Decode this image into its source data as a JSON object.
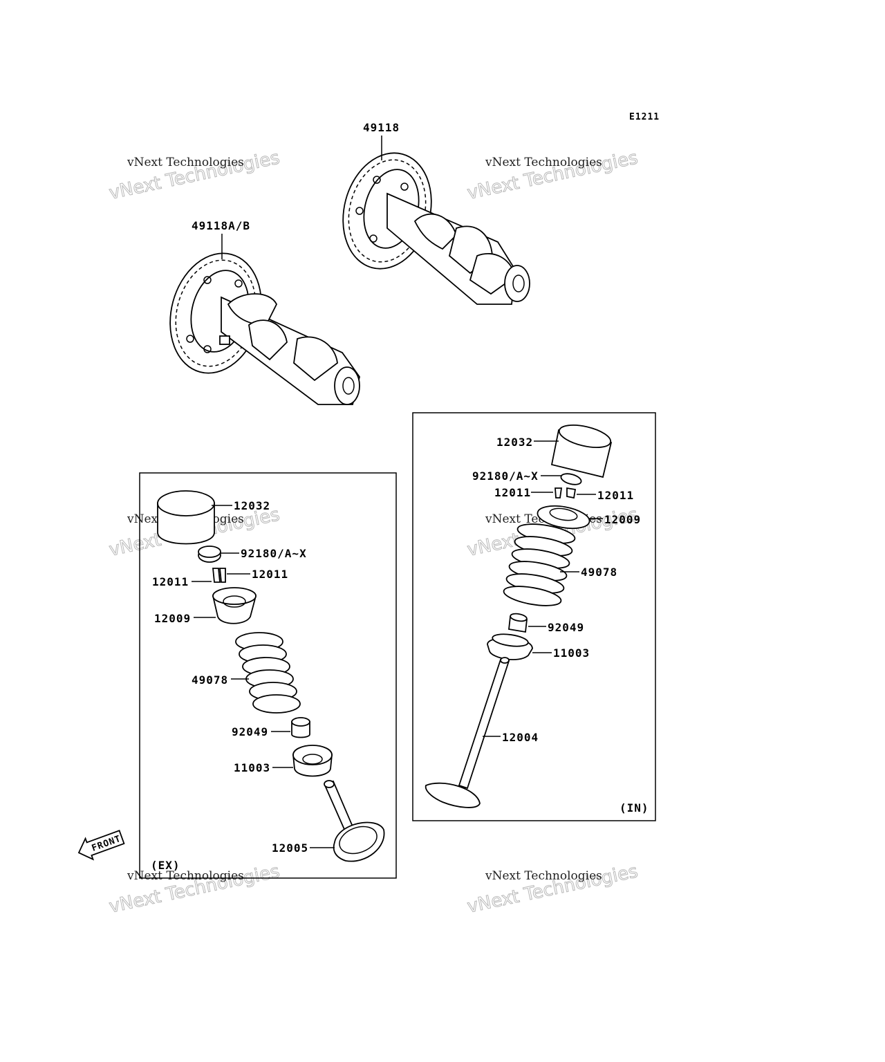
{
  "diagram": {
    "code": "E1211",
    "ex_box_caption": "(EX)",
    "in_box_caption": "(IN)",
    "front_label": "FRONT"
  },
  "labels": {
    "cam_in": "49118",
    "cam_ex": "49118A/B",
    "ex_lifter": "12032",
    "ex_shim": "92180/A~X",
    "ex_cotter_r": "12011",
    "ex_cotter_l": "12011",
    "ex_retainer": "12009",
    "ex_spring": "49078",
    "ex_seal": "92049",
    "ex_seat": "11003",
    "ex_valve": "12005",
    "in_lifter": "12032",
    "in_shim": "92180/A~X",
    "in_cotter_l": "12011",
    "in_cotter_r": "12011",
    "in_retainer": "12009",
    "in_spring": "49078",
    "in_seal": "92049",
    "in_seat": "11003",
    "in_valve": "12004"
  },
  "watermark": {
    "line1": "vNext Technologies",
    "line2": "vNext Technologies"
  }
}
